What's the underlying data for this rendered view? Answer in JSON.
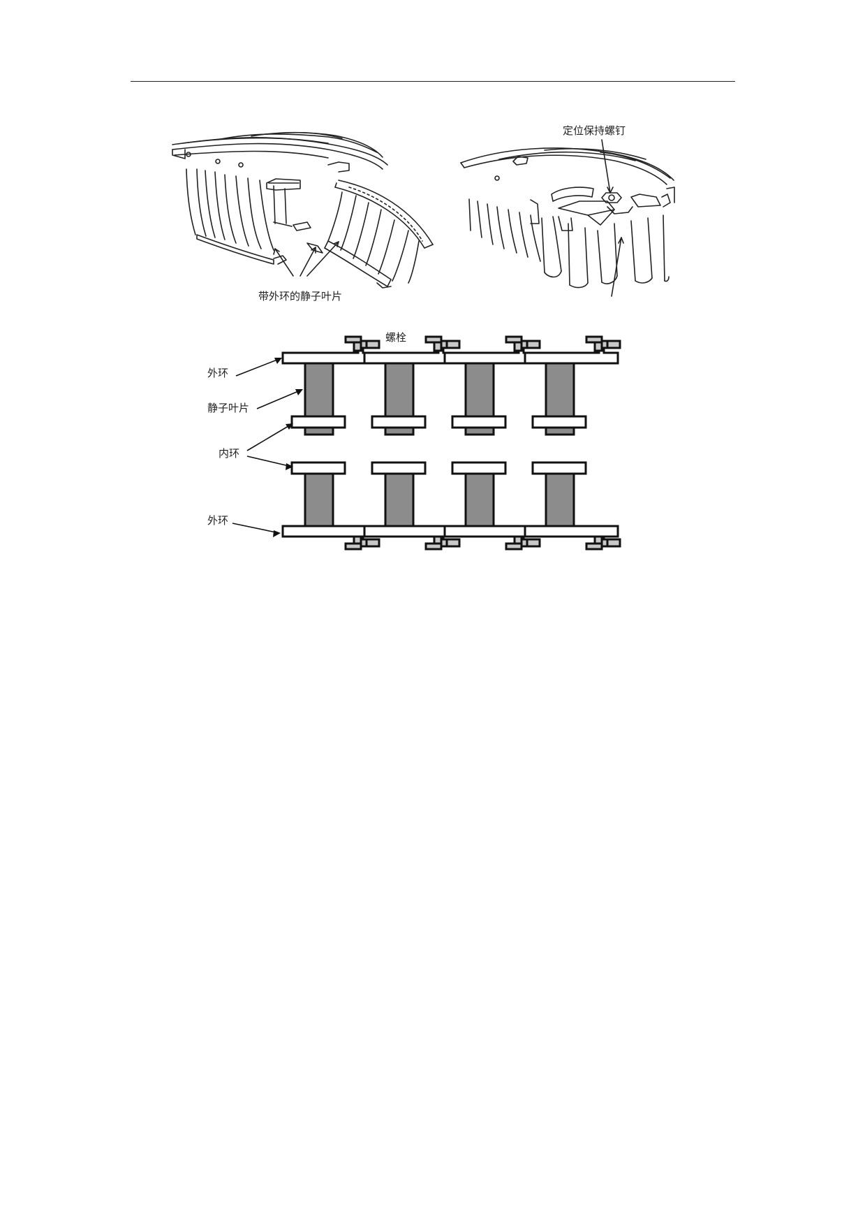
{
  "figure_top": {
    "label_vanes_with_outer_ring": "带外环的静子叶片",
    "label_locating_retaining_screw": "定位保持螺钉"
  },
  "figure_bottom": {
    "label_bolt": "螺栓",
    "label_outer_ring_top": "外环",
    "label_stator_vane": "静子叶片",
    "label_inner_ring": "内环",
    "label_outer_ring_bottom": "外环",
    "vane_columns": 4,
    "colors": {
      "vane_fill": "#8c8c8c",
      "bolt_fill": "#c8c8c8",
      "ring_fill": "#ffffff",
      "stroke": "#111111"
    }
  }
}
